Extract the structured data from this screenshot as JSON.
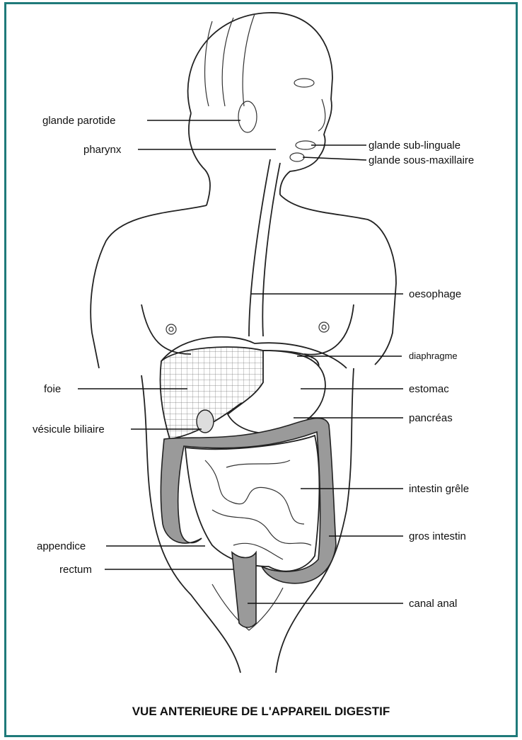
{
  "title": "VUE ANTERIEURE DE L'APPAREIL DIGESTIF",
  "labels": {
    "parotide": "glande parotide",
    "pharynx": "pharynx",
    "sublinguale": "glande sub-linguale",
    "sousmaxillaire": "glande sous-maxillaire",
    "oesophage": "oesophage",
    "diaphragme": "diaphragme",
    "foie": "foie",
    "estomac": "estomac",
    "vesicule": "vésicule biliaire",
    "pancreas": "pancréas",
    "grele": "intestin grêle",
    "appendice": "appendice",
    "grosintestin": "gros intestin",
    "rectum": "rectum",
    "canalanal": "canal anal"
  },
  "colors": {
    "frame": "#1f7a7a",
    "ink": "#111111",
    "organ_gray": "#9a9a9a"
  }
}
